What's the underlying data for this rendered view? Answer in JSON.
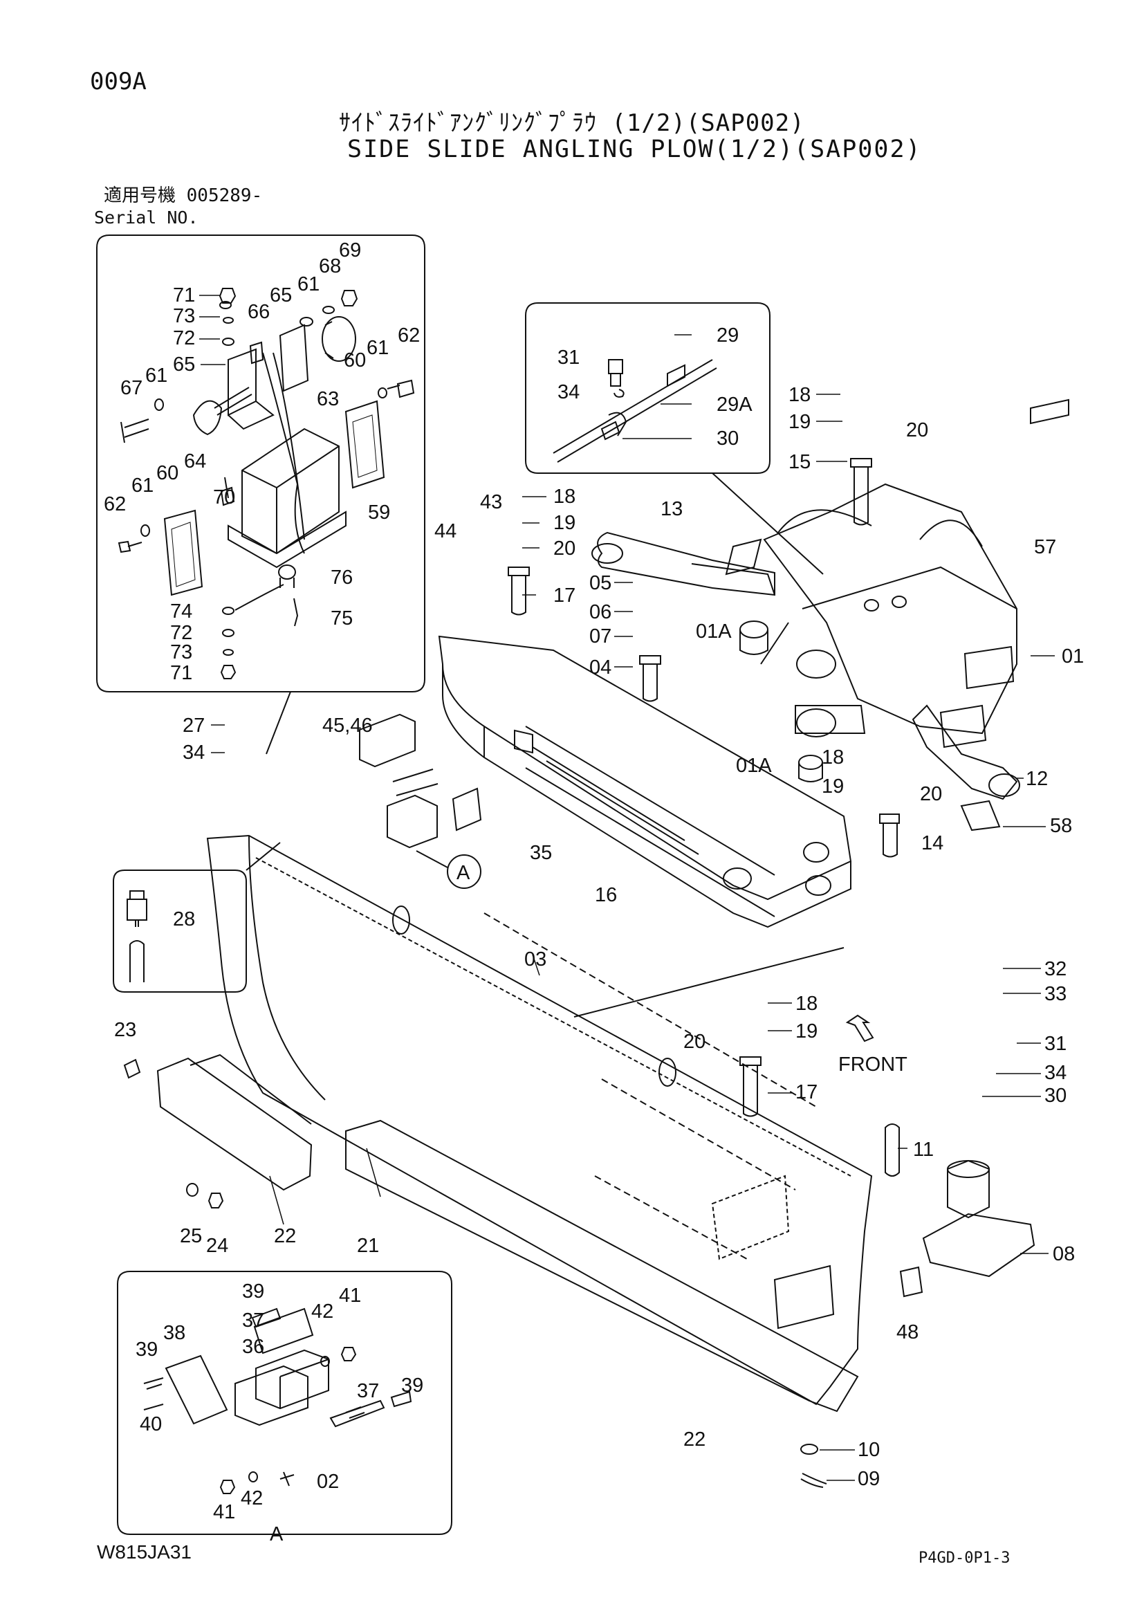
{
  "header": {
    "page_code": "009A",
    "title_jp": "ｻｲﾄﾞｽﾗｲﾄﾞｱﾝｸﾞﾘﾝｸﾞﾌﾟﾗｳ (1/2)(SAP002)",
    "title_en": "SIDE SLIDE ANGLING PLOW(1/2)(SAP002)",
    "serial_label_jp": "適用号機 005289-",
    "serial_label_en": "Serial NO."
  },
  "footer": {
    "drawing_number": "W815JA31",
    "page_number": "P4GD-0P1-3"
  },
  "callouts": {
    "c71a": "71",
    "c73a": "73",
    "c72a": "72",
    "c66": "66",
    "c65a": "65",
    "c61a": "61",
    "c68": "68",
    "c69": "69",
    "c62a": "62",
    "c67": "67",
    "c61b": "61",
    "c65b": "65",
    "c60a": "60",
    "c61c": "61",
    "c63": "63",
    "c64": "64",
    "c70": "70",
    "c60b": "60",
    "c61d": "61",
    "c62b": "62",
    "c59": "59",
    "c76": "76",
    "c74": "74",
    "c75": "75",
    "c72b": "72",
    "c73b": "73",
    "c71b": "71",
    "c31a": "31",
    "c29": "29",
    "c34a": "34",
    "c29A": "29A",
    "c30a": "30",
    "c18a": "18",
    "c19a": "19",
    "c20a": "20",
    "c15": "15",
    "c43": "43",
    "c18b": "18",
    "c19b": "19",
    "c20b": "20",
    "c44": "44",
    "c17a": "17",
    "c13": "13",
    "c57": "57",
    "c05": "05",
    "c06": "06",
    "c07": "07",
    "c01Aa": "01A",
    "c04": "04",
    "c01": "01",
    "c27": "27",
    "c34b": "34",
    "c45": "45,46",
    "c01Ab": "01A",
    "c18c": "18",
    "c19c": "19",
    "c20c": "20",
    "c12": "12",
    "c14": "14",
    "c58": "58",
    "c35": "35",
    "c16": "16",
    "cA": "A",
    "c28": "28",
    "c03": "03",
    "c32": "32",
    "c33": "33",
    "c31b": "31",
    "c34c": "34",
    "c30b": "30",
    "front": "FRONT",
    "c18d": "18",
    "c19d": "19",
    "c20d": "20",
    "c17b": "17",
    "c23": "23",
    "c11": "11",
    "c25": "25",
    "c24": "24",
    "c22a": "22",
    "c21": "21",
    "c08": "08",
    "c48": "48",
    "c39a": "39",
    "c41a": "41",
    "c37a": "37",
    "c42a": "42",
    "c38": "38",
    "c36": "36",
    "c39b": "39",
    "c37b": "37",
    "c39c": "39",
    "c40": "40",
    "c41b": "41",
    "c42b": "42",
    "c02": "02",
    "cA2": "A",
    "c22b": "22",
    "c10": "10",
    "c09": "09"
  }
}
